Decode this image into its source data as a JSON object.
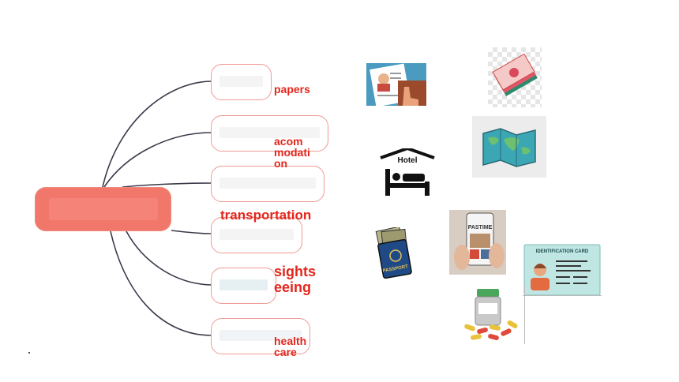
{
  "mindmap": {
    "branches": [
      {
        "label_lines": [
          "papers"
        ]
      },
      {
        "label_lines": [
          "acom",
          "modati",
          "on"
        ]
      },
      {
        "label_lines": [
          ""
        ]
      },
      {
        "label_lines": [
          "transportation"
        ]
      },
      {
        "label_lines": [
          "sights",
          "eeing"
        ]
      },
      {
        "label_lines": [
          "health",
          "care"
        ]
      }
    ]
  },
  "pictures": {
    "hotel_sign": "Hotel",
    "passport_text": "PASSPORT",
    "phone_app": "PASTIME",
    "id_card_title": "IDENTIFICATION CARD"
  },
  "icons": [
    "document-photo-icon",
    "money-icon",
    "world-map-icon",
    "hotel-icon",
    "passport-icon",
    "phone-icon",
    "id-card-icon",
    "medicine-icon"
  ],
  "colors": {
    "root": "#f0776a",
    "label": "#e3261c",
    "border": "#ef9a96",
    "wire": "#3a3a4a"
  }
}
